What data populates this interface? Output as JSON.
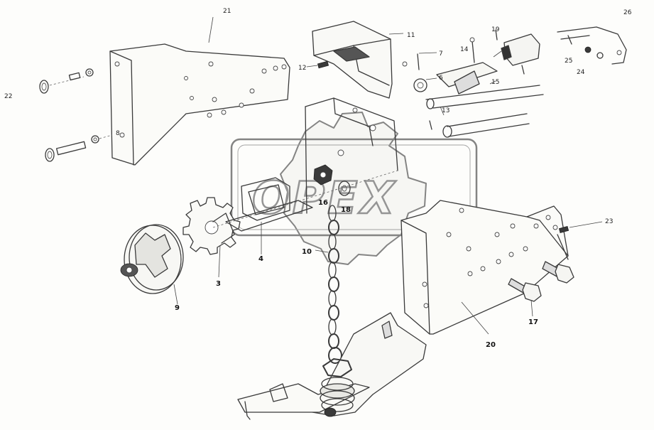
{
  "watermark": "OPEX",
  "callouts": [
    "21",
    "26",
    "22",
    "8",
    "12",
    "11",
    "7",
    "14",
    "19",
    "25",
    "24",
    "6",
    "15",
    "13",
    "18",
    "16",
    "10",
    "23",
    "9",
    "3",
    "4",
    "17",
    "20"
  ]
}
